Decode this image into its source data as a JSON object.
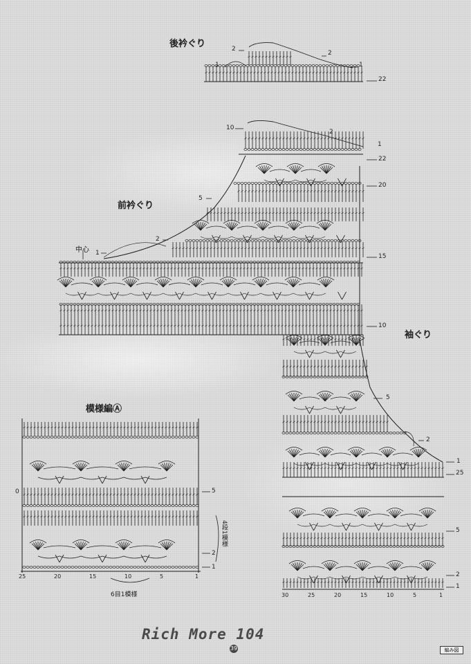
{
  "sections": {
    "back_neck": "後衿ぐり",
    "front_neck": "前衿ぐり",
    "armhole": "袖ぐり",
    "pattern_a": "模様編Ⓐ"
  },
  "annotations": {
    "center": "中心",
    "repeat": "6目1模様",
    "rows_repeat": "4段1模様"
  },
  "back_neck_marks": {
    "left_top": "2",
    "left_mid": "1",
    "right_top": "2",
    "right_mid": "1",
    "row": "22"
  },
  "front_marks": {
    "top_left": "10",
    "top_right": "2",
    "right_1": "1",
    "row22": "22",
    "row20": "20",
    "left5": "5",
    "left2": "2",
    "left1": "1",
    "row15": "15",
    "row10": "10"
  },
  "sleeve_marks": {
    "s5": "5",
    "s2": "2",
    "s1": "1",
    "row25": "25",
    "row5": "5",
    "row2": "2",
    "row1": "1"
  },
  "pattern_marks": {
    "row5": "5",
    "row2": "2",
    "row1": "1",
    "row0": "0"
  },
  "pattern_axis": [
    "25",
    "20",
    "15",
    "10",
    "5",
    "1"
  ],
  "sleeve_axis": [
    "30",
    "25",
    "20",
    "15",
    "10",
    "5",
    "1"
  ],
  "footer": {
    "title": "Rich More 104",
    "page": "39",
    "badge": "編み図"
  }
}
